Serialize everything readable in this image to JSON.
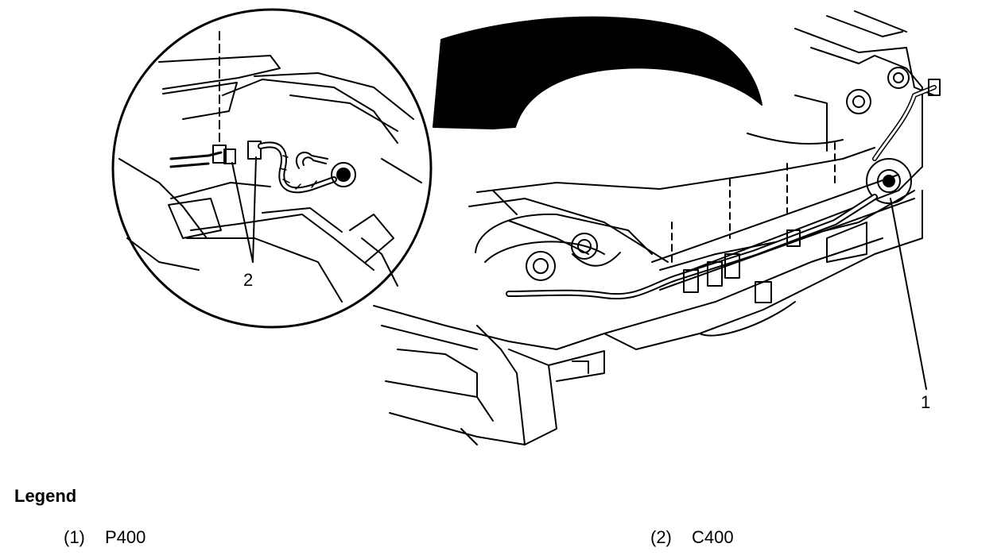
{
  "diagram": {
    "callouts": {
      "c1": "1",
      "c2": "2"
    }
  },
  "legend": {
    "title": "Legend",
    "items": [
      {
        "number": "(1)",
        "label": "P400"
      },
      {
        "number": "(2)",
        "label": "C400"
      }
    ]
  }
}
